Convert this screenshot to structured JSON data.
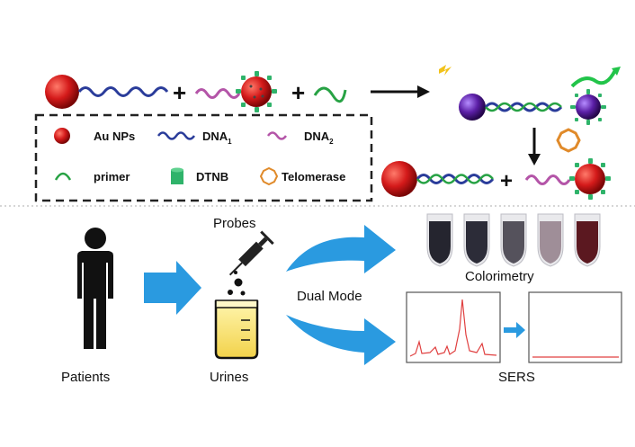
{
  "legend": {
    "au_nps": "Au NPs",
    "dna1": "DNA",
    "dna1_sub": "1",
    "dna2": "DNA",
    "dna2_sub": "2",
    "primer": "primer",
    "dtnb": "DTNB",
    "telomerase": "Telomerase"
  },
  "reaction": {
    "plus": "+"
  },
  "workflow": {
    "probes": "Probes",
    "dual_mode": "Dual Mode",
    "patients": "Patients",
    "urines": "Urines",
    "colorimetry": "Colorimetry",
    "sers": "SERS"
  },
  "colors": {
    "gold_np": "#c81818",
    "purple_np": "#5b1fa6",
    "dna_blue": "#2a3c9a",
    "dna_pink": "#b455a8",
    "primer_green": "#27a244",
    "dtnb_green": "#2fb36a",
    "telomerase_orange": "#e08a2a",
    "arrow_blue": "#2a9ae0",
    "sers_red": "#e04040",
    "text": "#111111"
  },
  "tubes": {
    "colors": [
      "#25252f",
      "#2c2c38",
      "#55525c",
      "#9f8e98",
      "#5b1820"
    ]
  }
}
